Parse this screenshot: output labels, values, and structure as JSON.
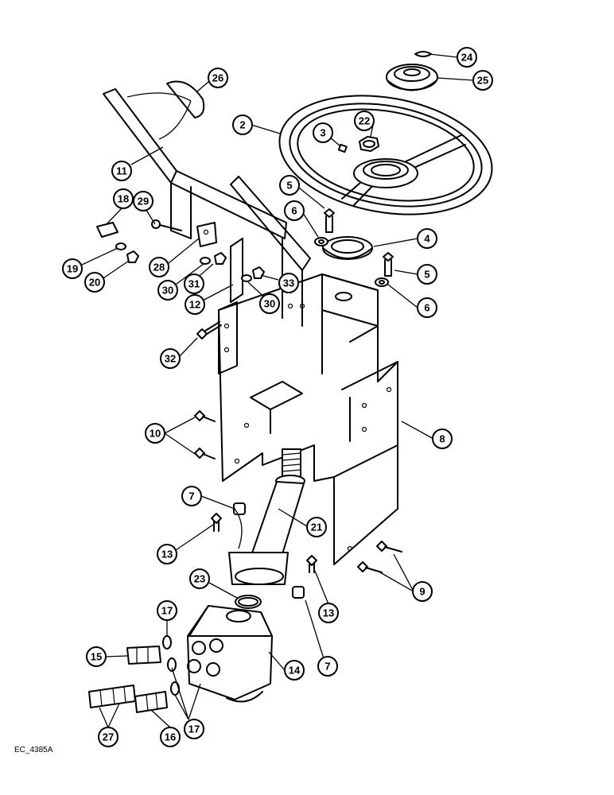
{
  "figure": {
    "reference_code": "EC_4385A"
  },
  "callouts": [
    {
      "id": "c2",
      "label": "2"
    },
    {
      "id": "c3",
      "label": "3"
    },
    {
      "id": "c4",
      "label": "4"
    },
    {
      "id": "c5a",
      "label": "5"
    },
    {
      "id": "c5b",
      "label": "5"
    },
    {
      "id": "c6a",
      "label": "6"
    },
    {
      "id": "c6b",
      "label": "6"
    },
    {
      "id": "c7a",
      "label": "7"
    },
    {
      "id": "c7b",
      "label": "7"
    },
    {
      "id": "c8",
      "label": "8"
    },
    {
      "id": "c9",
      "label": "9"
    },
    {
      "id": "c10",
      "label": "10"
    },
    {
      "id": "c11",
      "label": "11"
    },
    {
      "id": "c12",
      "label": "12"
    },
    {
      "id": "c13a",
      "label": "13"
    },
    {
      "id": "c13b",
      "label": "13"
    },
    {
      "id": "c14",
      "label": "14"
    },
    {
      "id": "c15",
      "label": "15"
    },
    {
      "id": "c16",
      "label": "16"
    },
    {
      "id": "c17a",
      "label": "17"
    },
    {
      "id": "c17b",
      "label": "17"
    },
    {
      "id": "c18",
      "label": "18"
    },
    {
      "id": "c19",
      "label": "19"
    },
    {
      "id": "c20",
      "label": "20"
    },
    {
      "id": "c21",
      "label": "21"
    },
    {
      "id": "c22",
      "label": "22"
    },
    {
      "id": "c23",
      "label": "23"
    },
    {
      "id": "c24",
      "label": "24"
    },
    {
      "id": "c25",
      "label": "25"
    },
    {
      "id": "c26",
      "label": "26"
    },
    {
      "id": "c27",
      "label": "27"
    },
    {
      "id": "c28",
      "label": "28"
    },
    {
      "id": "c29",
      "label": "29"
    },
    {
      "id": "c30a",
      "label": "30"
    },
    {
      "id": "c30b",
      "label": "30"
    },
    {
      "id": "c31",
      "label": "31"
    },
    {
      "id": "c32",
      "label": "32"
    },
    {
      "id": "c33",
      "label": "33"
    }
  ]
}
